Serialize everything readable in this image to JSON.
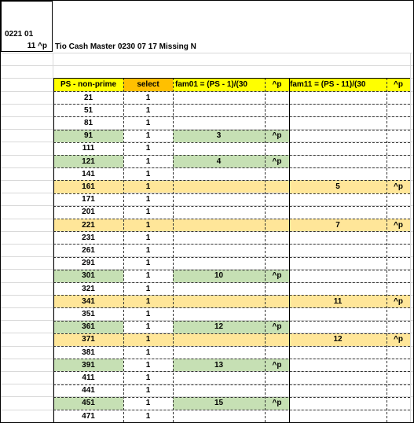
{
  "top_cell": {
    "line1": "0221 01",
    "line2": "11 ^p"
  },
  "title": "Tio Cash Master 0230 07 17 Missing N",
  "headers": {
    "ps": "PS - non-prime",
    "select": "select",
    "fam01": "fam01 =  (PS - 1)/(30",
    "fam01_mark": "^p",
    "fam11": "fam11 =  (PS - 11)/(30",
    "fam11_mark": "^p"
  },
  "colors": {
    "yellow": "#ffff00",
    "orange": "#ffc000",
    "green": "#c6e0b4",
    "tan": "#ffe699"
  },
  "rows": [
    {
      "ps": "21",
      "select": "1",
      "fam01": "",
      "fam01_mark": "",
      "fam11": "",
      "fam11_mark": "",
      "hl": ""
    },
    {
      "ps": "51",
      "select": "1",
      "fam01": "",
      "fam01_mark": "",
      "fam11": "",
      "fam11_mark": "",
      "hl": ""
    },
    {
      "ps": "81",
      "select": "1",
      "fam01": "",
      "fam01_mark": "",
      "fam11": "",
      "fam11_mark": "",
      "hl": ""
    },
    {
      "ps": "91",
      "select": "1",
      "fam01": "3",
      "fam01_mark": "^p",
      "fam11": "",
      "fam11_mark": "",
      "hl": "green"
    },
    {
      "ps": "111",
      "select": "1",
      "fam01": "",
      "fam01_mark": "",
      "fam11": "",
      "fam11_mark": "",
      "hl": ""
    },
    {
      "ps": "121",
      "select": "1",
      "fam01": "4",
      "fam01_mark": "^p",
      "fam11": "",
      "fam11_mark": "",
      "hl": "green"
    },
    {
      "ps": "141",
      "select": "1",
      "fam01": "",
      "fam01_mark": "",
      "fam11": "",
      "fam11_mark": "",
      "hl": ""
    },
    {
      "ps": "161",
      "select": "1",
      "fam01": "",
      "fam01_mark": "",
      "fam11": "5",
      "fam11_mark": "^p",
      "hl": "tan"
    },
    {
      "ps": "171",
      "select": "1",
      "fam01": "",
      "fam01_mark": "",
      "fam11": "",
      "fam11_mark": "",
      "hl": ""
    },
    {
      "ps": "201",
      "select": "1",
      "fam01": "",
      "fam01_mark": "",
      "fam11": "",
      "fam11_mark": "",
      "hl": ""
    },
    {
      "ps": "221",
      "select": "1",
      "fam01": "",
      "fam01_mark": "",
      "fam11": "7",
      "fam11_mark": "^p",
      "hl": "tan"
    },
    {
      "ps": "231",
      "select": "1",
      "fam01": "",
      "fam01_mark": "",
      "fam11": "",
      "fam11_mark": "",
      "hl": ""
    },
    {
      "ps": "261",
      "select": "1",
      "fam01": "",
      "fam01_mark": "",
      "fam11": "",
      "fam11_mark": "",
      "hl": ""
    },
    {
      "ps": "291",
      "select": "1",
      "fam01": "",
      "fam01_mark": "",
      "fam11": "",
      "fam11_mark": "",
      "hl": ""
    },
    {
      "ps": "301",
      "select": "1",
      "fam01": "10",
      "fam01_mark": "^p",
      "fam11": "",
      "fam11_mark": "",
      "hl": "green"
    },
    {
      "ps": "321",
      "select": "1",
      "fam01": "",
      "fam01_mark": "",
      "fam11": "",
      "fam11_mark": "",
      "hl": ""
    },
    {
      "ps": "341",
      "select": "1",
      "fam01": "",
      "fam01_mark": "",
      "fam11": "11",
      "fam11_mark": "^p",
      "hl": "tan"
    },
    {
      "ps": "351",
      "select": "1",
      "fam01": "",
      "fam01_mark": "",
      "fam11": "",
      "fam11_mark": "",
      "hl": ""
    },
    {
      "ps": "361",
      "select": "1",
      "fam01": "12",
      "fam01_mark": "^p",
      "fam11": "",
      "fam11_mark": "",
      "hl": "green"
    },
    {
      "ps": "371",
      "select": "1",
      "fam01": "",
      "fam01_mark": "",
      "fam11": "12",
      "fam11_mark": "^p",
      "hl": "tan"
    },
    {
      "ps": "381",
      "select": "1",
      "fam01": "",
      "fam01_mark": "",
      "fam11": "",
      "fam11_mark": "",
      "hl": ""
    },
    {
      "ps": "391",
      "select": "1",
      "fam01": "13",
      "fam01_mark": "^p",
      "fam11": "",
      "fam11_mark": "",
      "hl": "green"
    },
    {
      "ps": "411",
      "select": "1",
      "fam01": "",
      "fam01_mark": "",
      "fam11": "",
      "fam11_mark": "",
      "hl": ""
    },
    {
      "ps": "441",
      "select": "1",
      "fam01": "",
      "fam01_mark": "",
      "fam11": "",
      "fam11_mark": "",
      "hl": ""
    },
    {
      "ps": "451",
      "select": "1",
      "fam01": "15",
      "fam01_mark": "^p",
      "fam11": "",
      "fam11_mark": "",
      "hl": "green"
    },
    {
      "ps": "471",
      "select": "1",
      "fam01": "",
      "fam01_mark": "",
      "fam11": "",
      "fam11_mark": "",
      "hl": ""
    }
  ]
}
